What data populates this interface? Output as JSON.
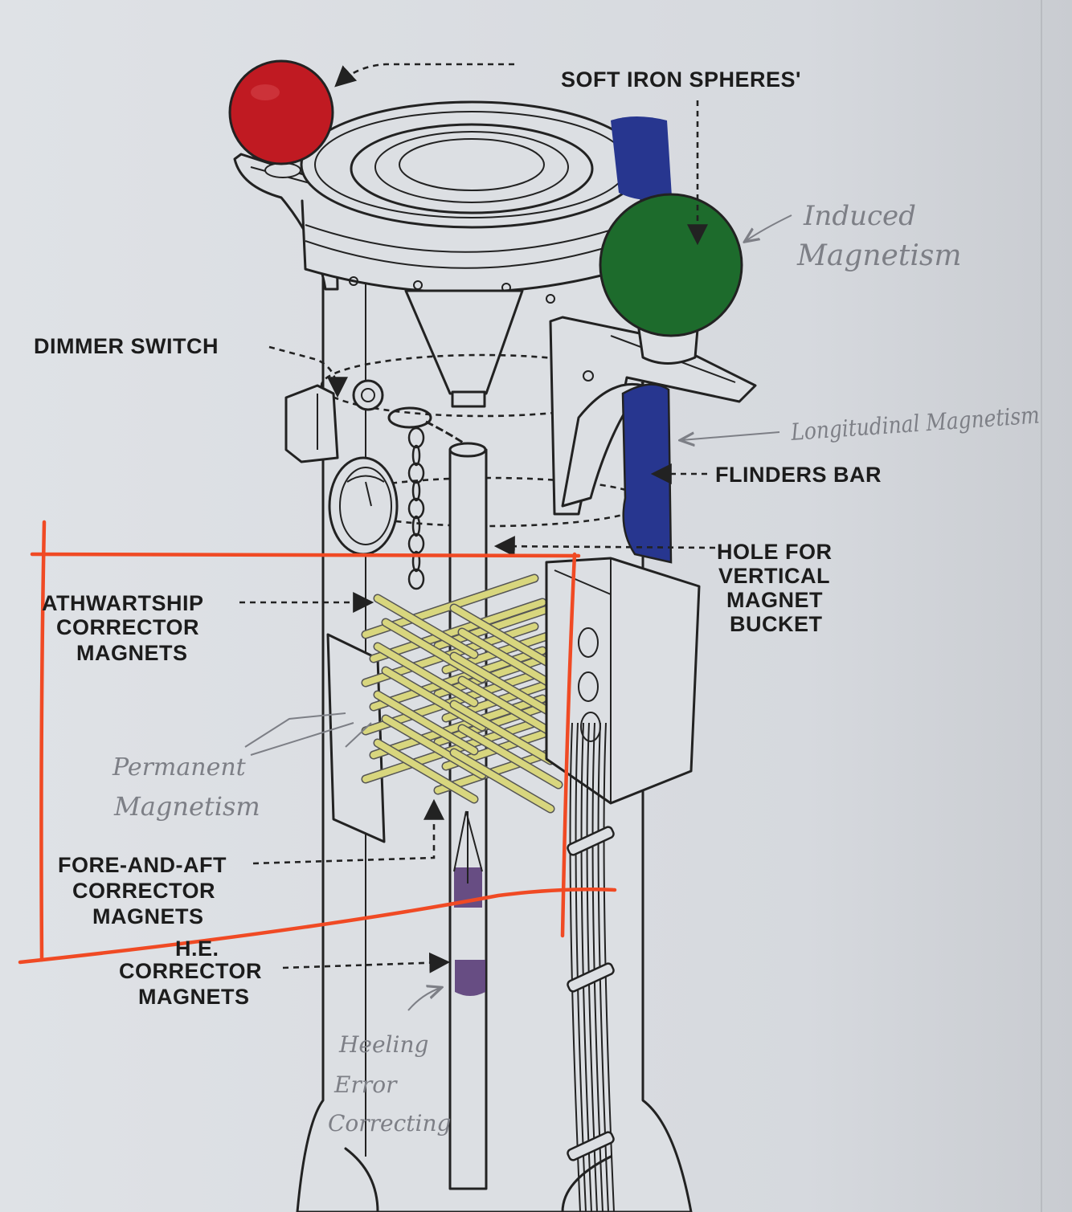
{
  "labels": {
    "soft_iron_spheres": "SOFT IRON SPHERES'",
    "dimmer_switch": "DIMMER SWITCH",
    "flinders_bar": "FLINDERS BAR",
    "hole_for_vertical_magnet_bucket": [
      "HOLE FOR",
      "VERTICAL",
      "MAGNET",
      "BUCKET"
    ],
    "athwartship_corrector_magnets": [
      "ATHWARTSHIP",
      "CORRECTOR",
      "MAGNETS"
    ],
    "fore_and_aft_corrector_magnets": [
      "FORE-AND-AFT",
      "CORRECTOR",
      "MAGNETS"
    ],
    "he_corrector_magnets": [
      "H.E.",
      "CORRECTOR",
      "MAGNETS"
    ]
  },
  "handwritten": {
    "induced_magnetism": [
      "Induced",
      "Magnetism"
    ],
    "longitudinal_magnetism": "Longitudinal Magnetism",
    "permanent_magnetism": [
      "Permanent",
      "Magnetism"
    ],
    "heeling_error_correcting": [
      "Heeling",
      "Error",
      "Correcting"
    ]
  },
  "colors": {
    "paper": "#d9dce0",
    "ink": "#222222",
    "red_sphere": "#c01a22",
    "green_sphere": "#1d6b2c",
    "flinders_bar_blue": "#27368f",
    "corrector_magnets_yellow": "#d8d67e",
    "he_magnets_purple": "#5a3d78",
    "highlight_box_orange": "#f04a24",
    "handwriting_grey": "#7d7f86"
  },
  "icons": {
    "soft_iron_sphere_port": "red-sphere",
    "soft_iron_sphere_starboard": "green-sphere"
  }
}
